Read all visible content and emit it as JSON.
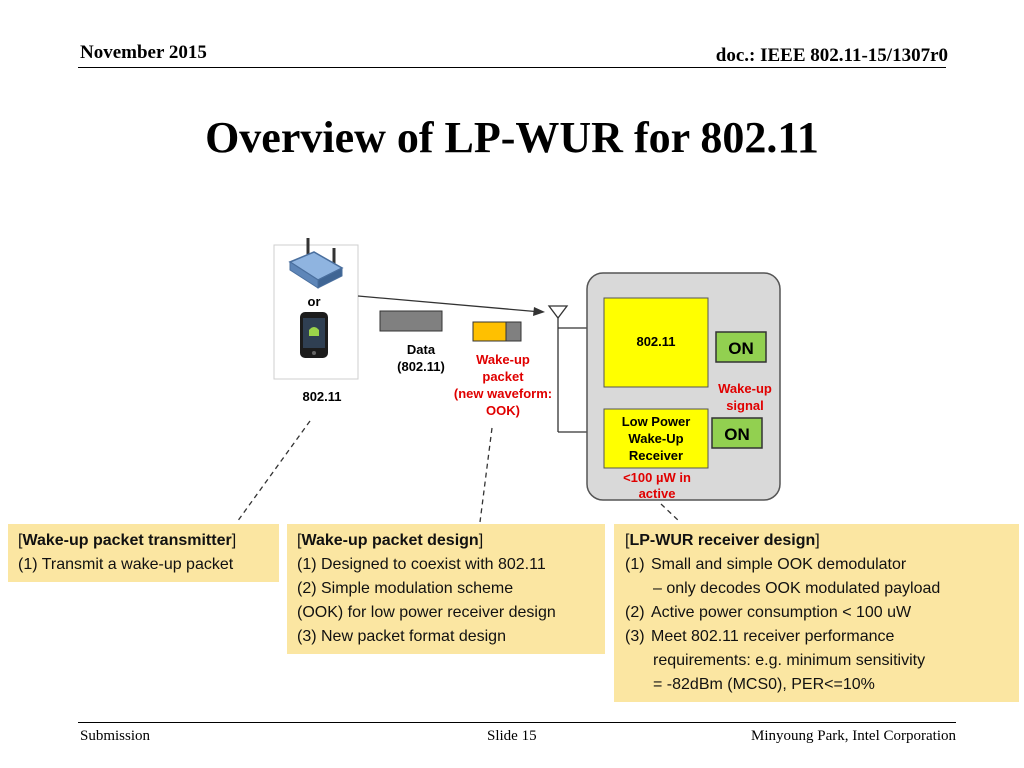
{
  "header": {
    "date": "November 2015",
    "doc": "doc.: IEEE 802.11-15/1307r0"
  },
  "title": "Overview of LP-WUR for 802.11",
  "diagram": {
    "or": "or",
    "tx_label": "802.11",
    "data_line1": "Data",
    "data_line2": "(802.11)",
    "wup_line1": "Wake-up",
    "wup_line2": "packet",
    "wup_line3": "(new waveform:",
    "wup_line4": "OOK)",
    "radio": "802.11",
    "on1": "ON",
    "on2": "ON",
    "wakeup_signal_1": "Wake-up",
    "wakeup_signal_2": "signal",
    "lpwur_1": "Low Power",
    "lpwur_2": "Wake-Up",
    "lpwur_3": "Receiver",
    "power_1": "<100 µW in",
    "power_2": "active",
    "colors": {
      "radio_fill": "#ffff00",
      "on_fill": "#92d050",
      "annot_red": "#e00000",
      "device_box": "#d9d9d9",
      "note_fill": "#fbe6a2"
    }
  },
  "box1": {
    "bracket_open": "[",
    "heading": "Wake-up packet transmitter",
    "bracket_close": "]",
    "item1": "(1) Transmit a wake-up packet"
  },
  "box2": {
    "bracket_open": "[",
    "heading": "Wake-up packet design",
    "bracket_close": "]",
    "item1": "(1) Designed to coexist with 802.11",
    "item2": "(2) Simple modulation scheme",
    "item2b": "(OOK) for low power receiver design",
    "item3": "(3) New packet format design"
  },
  "box3": {
    "bracket_open": "[",
    "heading": "LP-WUR receiver design",
    "bracket_close": "]",
    "n1": "(1)",
    "item1": "Small and simple OOK demodulator",
    "item1b": "– only decodes OOK modulated payload",
    "n2": "(2)",
    "item2": "Active power consumption < 100 uW",
    "n3": "(3)",
    "item3": "Meet 802.11 receiver performance",
    "item3b": "requirements: e.g. minimum sensitivity",
    "item3c": "= -82dBm (MCS0), PER<=10%"
  },
  "footer": {
    "left": "Submission",
    "center": "Slide 15",
    "right": "Minyoung Park, Intel Corporation"
  }
}
